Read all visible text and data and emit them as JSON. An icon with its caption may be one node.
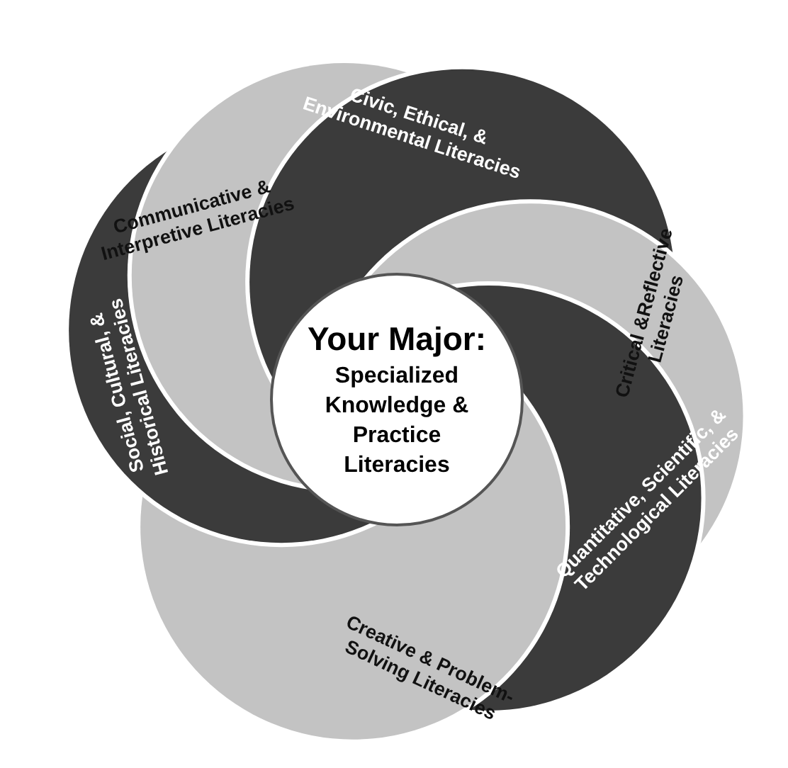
{
  "diagram": {
    "nodes": [
      {
        "text": [
          "Civic, Ethical, & Environmental Literacies"
        ]
      },
      {
        "text": [
          "Critical &Reflective Literacies"
        ]
      },
      {
        "text": [
          "Quantitative, Scientific, & Technological Literacies"
        ]
      },
      {
        "text": [
          "Creative & Problem-Solving Literacies"
        ]
      },
      {
        "text": [
          "Social, Cultural, & Historical Literacies"
        ]
      },
      {
        "text": [
          "Communicative & Interpretive Literacies"
        ]
      },
      {
        "text": [
          "Your Major:",
          "Specialized Knowledge & Practice Literacies"
        ]
      }
    ],
    "edges": []
  }
}
